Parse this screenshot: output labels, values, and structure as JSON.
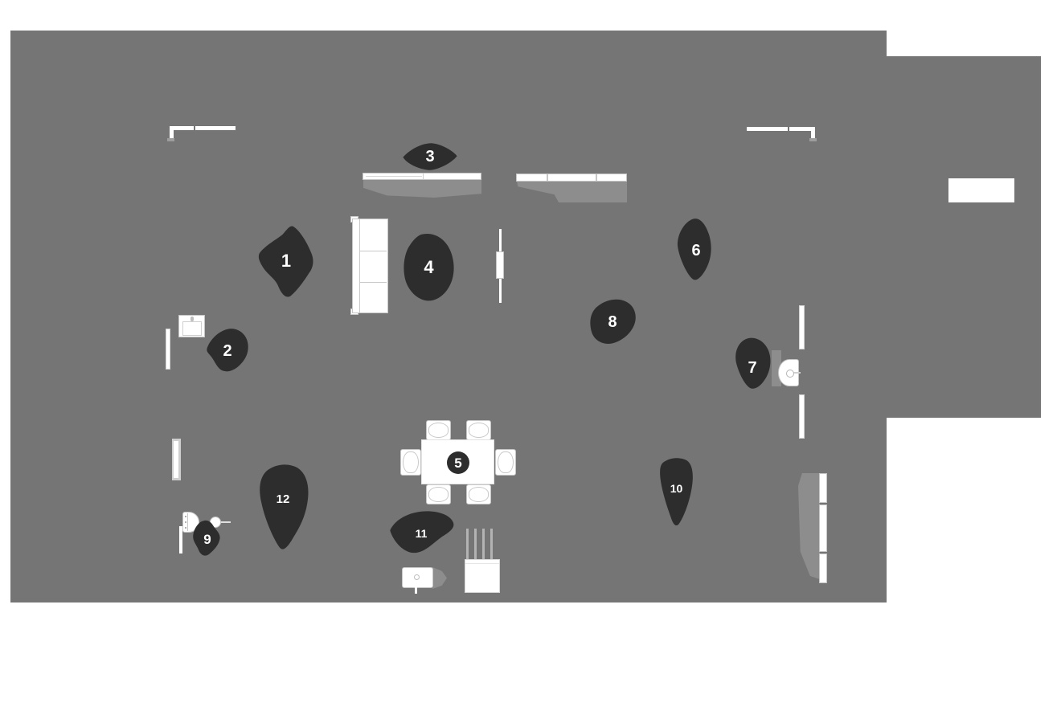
{
  "palette": {
    "background": "#ffffff",
    "floor": "#757575",
    "marker_fill": "#2d2d2d",
    "marker_text": "#ffffff",
    "fixture_fill": "#ffffff",
    "fixture_border": "#c6c6c6",
    "fixture_shadow": "#8d8d8d"
  },
  "markers": [
    {
      "label": "1"
    },
    {
      "label": "2"
    },
    {
      "label": "3"
    },
    {
      "label": "4"
    },
    {
      "label": "5"
    },
    {
      "label": "6"
    },
    {
      "label": "7"
    },
    {
      "label": "8"
    },
    {
      "label": "9"
    },
    {
      "label": "10"
    },
    {
      "label": "11"
    },
    {
      "label": "12"
    }
  ],
  "fixtures": [
    "wall-corner-top-left",
    "wall-corner-top-right",
    "tv-stand",
    "kitchen-counter",
    "sofa",
    "sliding-door",
    "washbasin",
    "window",
    "dining-table",
    "dining-chair",
    "toilet",
    "round-sink",
    "washing-machine",
    "small-basin",
    "wardrobe",
    "door-opening"
  ]
}
